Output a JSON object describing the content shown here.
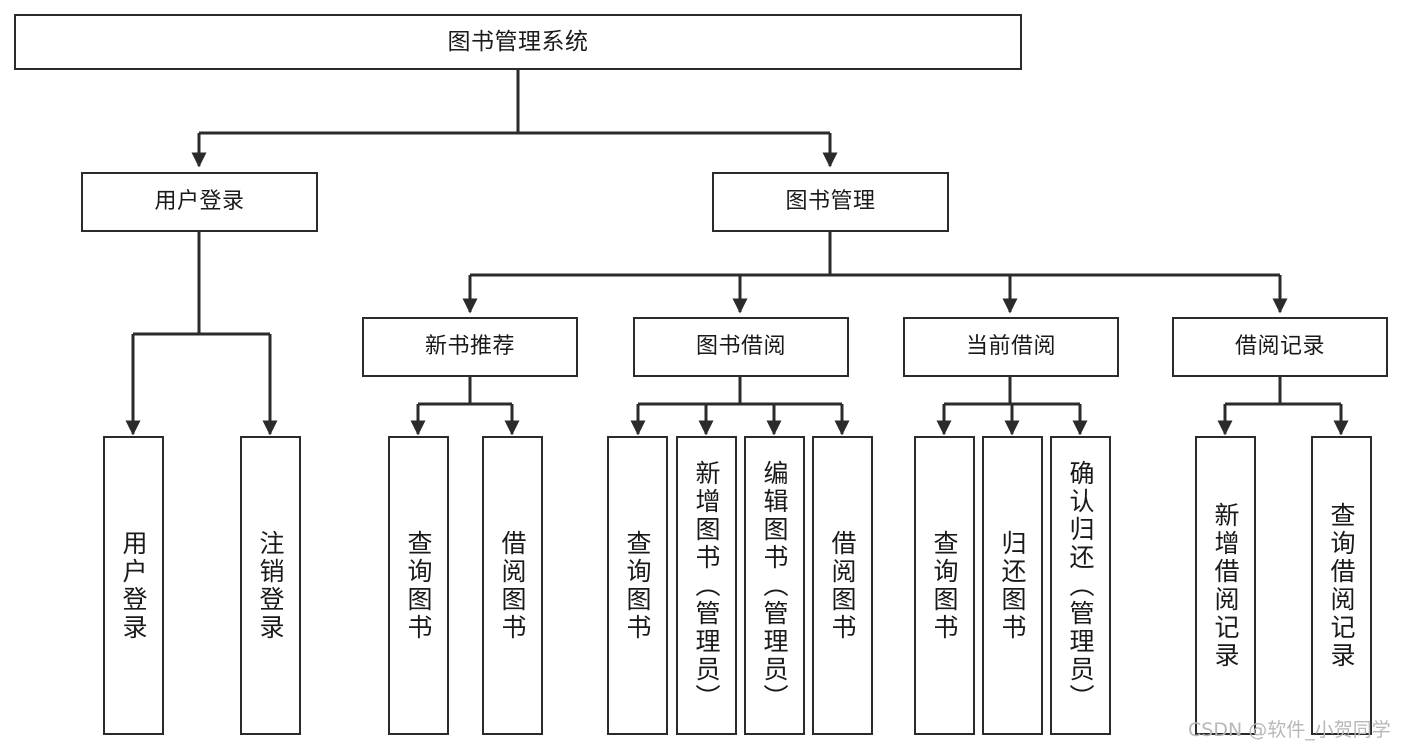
{
  "diagram": {
    "title": "图书管理系统",
    "type": "tree-hierarchy",
    "root": {
      "id": "root",
      "label": "图书管理系统"
    },
    "level2": [
      {
        "id": "user-login",
        "label": "用户登录"
      },
      {
        "id": "book-manage",
        "label": "图书管理"
      }
    ],
    "level3": [
      {
        "id": "new-book-rec",
        "label": "新书推荐",
        "parent": "book-manage"
      },
      {
        "id": "book-borrow",
        "label": "图书借阅",
        "parent": "book-manage"
      },
      {
        "id": "current-borrow",
        "label": "当前借阅",
        "parent": "book-manage"
      },
      {
        "id": "borrow-record",
        "label": "借阅记录",
        "parent": "book-manage"
      }
    ],
    "leaves": [
      {
        "id": "leaf-user-login",
        "label": "用户登录",
        "parent": "user-login"
      },
      {
        "id": "leaf-user-logout",
        "label": "注销登录",
        "parent": "user-login"
      },
      {
        "id": "leaf-query-book-1",
        "label": "查询图书",
        "parent": "new-book-rec"
      },
      {
        "id": "leaf-borrow-book-1",
        "label": "借阅图书",
        "parent": "new-book-rec"
      },
      {
        "id": "leaf-query-book-2",
        "label": "查询图书",
        "parent": "book-borrow"
      },
      {
        "id": "leaf-add-book",
        "label": "新增图书（管理员）",
        "parent": "book-borrow"
      },
      {
        "id": "leaf-edit-book",
        "label": "编辑图书（管理员）",
        "parent": "book-borrow"
      },
      {
        "id": "leaf-borrow-book-2",
        "label": "借阅图书",
        "parent": "book-borrow"
      },
      {
        "id": "leaf-query-book-3",
        "label": "查询图书",
        "parent": "current-borrow"
      },
      {
        "id": "leaf-return-book",
        "label": "归还图书",
        "parent": "current-borrow"
      },
      {
        "id": "leaf-confirm-return",
        "label": "确认归还（管理员）",
        "parent": "current-borrow"
      },
      {
        "id": "leaf-add-record",
        "label": "新增借阅记录",
        "parent": "borrow-record"
      },
      {
        "id": "leaf-query-record",
        "label": "查询借阅记录",
        "parent": "borrow-record"
      }
    ]
  },
  "watermark": {
    "text": "CSDN @软件_小贺同学"
  },
  "colors": {
    "stroke": "#2b2b2b",
    "background": "#ffffff",
    "text": "#1a1a1a",
    "watermark": "#b8b8b8"
  }
}
